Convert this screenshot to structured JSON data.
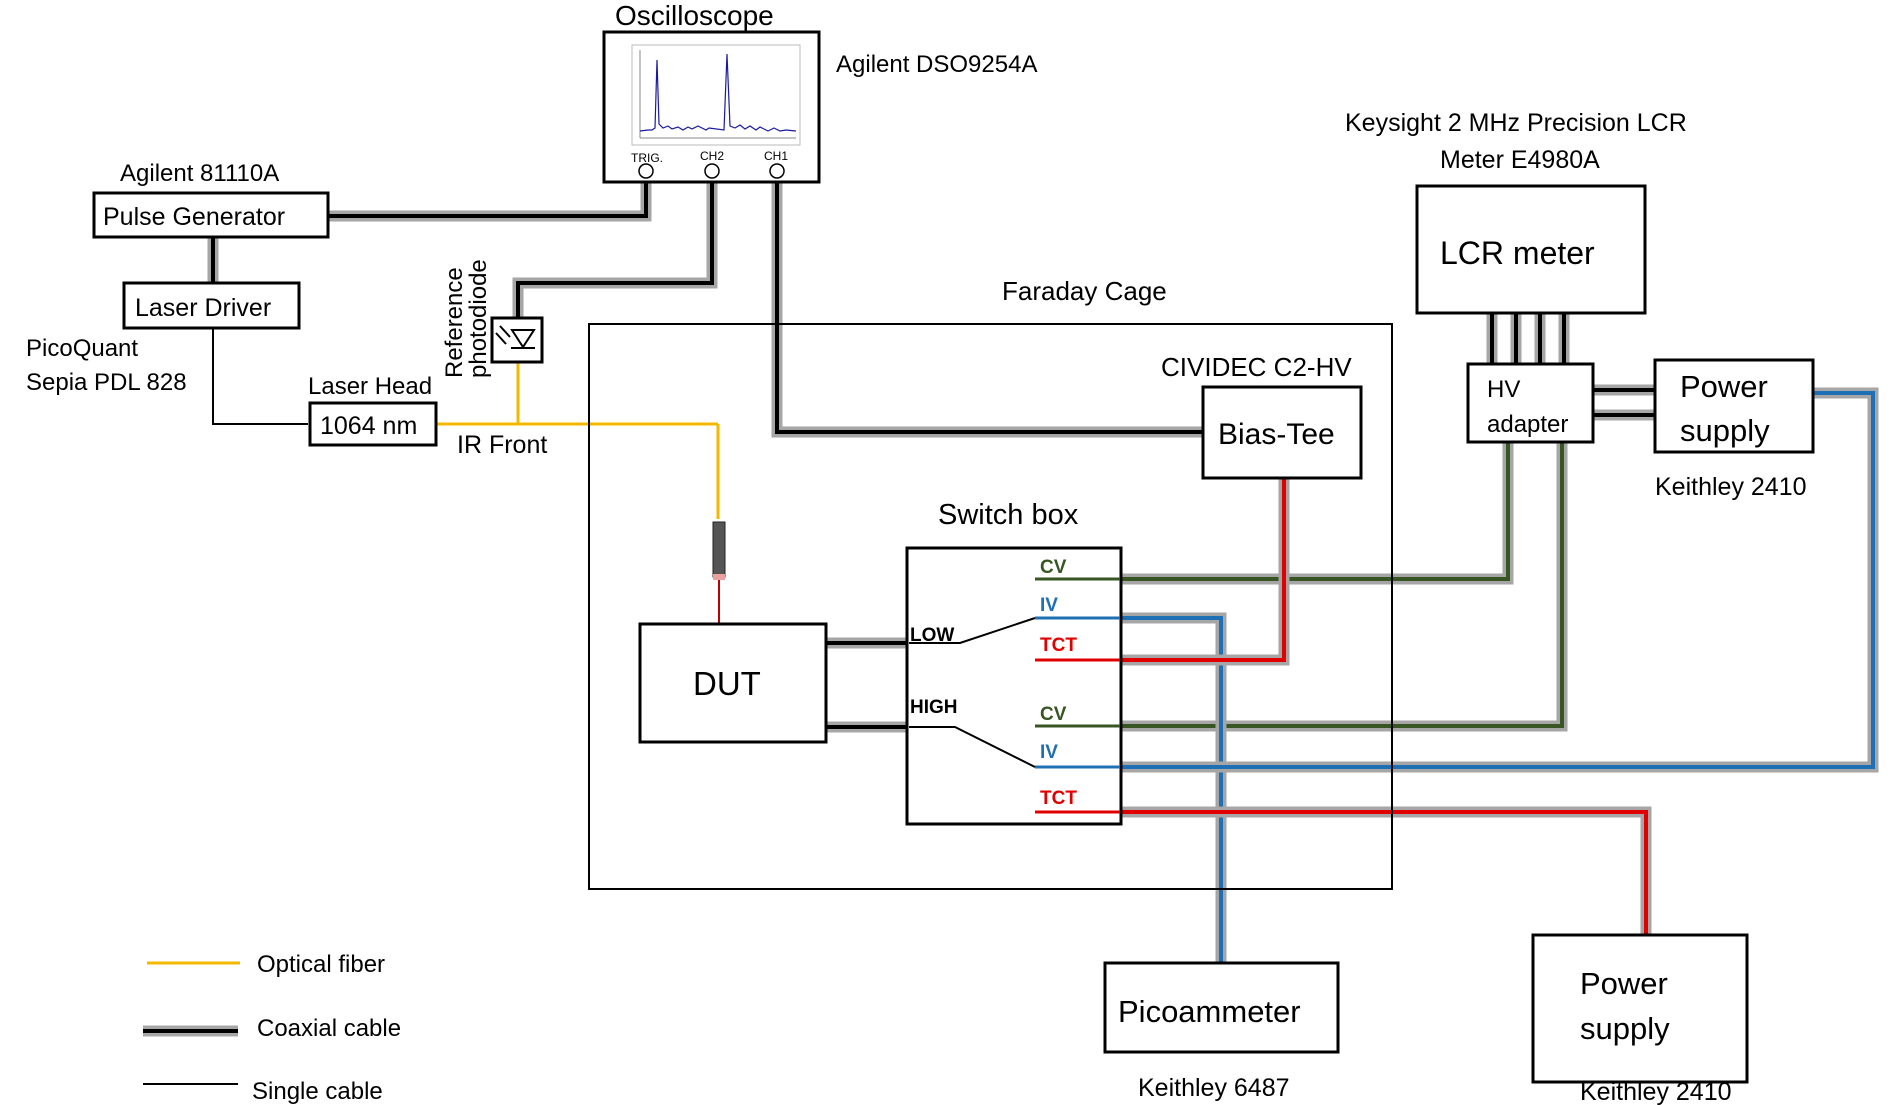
{
  "colors": {
    "optical": "#F5B800",
    "coax_outer": "#A6A6A6",
    "coax_inner": "#000000",
    "cv": "#375623",
    "iv": "#1F6FB5",
    "tct": "#E00000",
    "laser_red": "#C00000"
  },
  "oscilloscope": {
    "title": "Oscilloscope",
    "model": "Agilent DSO9254A",
    "ch_trig": "TRIG.",
    "ch2": "CH2",
    "ch1": "CH1"
  },
  "pulse_generator": {
    "label": "Pulse Generator",
    "model": "Agilent 81110A"
  },
  "laser_driver": {
    "label": "Laser Driver",
    "model_line1": "PicoQuant",
    "model_line2": "Sepia PDL 828"
  },
  "laser_head": {
    "title": "Laser Head",
    "label": "1064 nm",
    "note": "IR Front"
  },
  "photodiode": {
    "line1": "Reference",
    "line2": "photodiode"
  },
  "faraday_cage": {
    "label": "Faraday Cage"
  },
  "bias_tee": {
    "label": "Bias-Tee",
    "model": "CIVIDEC C2-HV"
  },
  "lcr_meter": {
    "label": "LCR meter",
    "model_line1": "Keysight 2 MHz Precision LCR",
    "model_line2": "Meter E4980A"
  },
  "hv_adapter": {
    "line1": "HV",
    "line2": "adapter"
  },
  "power_supply_top": {
    "line1": "Power",
    "line2": "supply",
    "model": "Keithley 2410"
  },
  "switch_box": {
    "title": "Switch box",
    "low": "LOW",
    "high": "HIGH",
    "cv": "CV",
    "iv": "IV",
    "tct": "TCT"
  },
  "dut": {
    "label": "DUT"
  },
  "picoammeter": {
    "label": "Picoammeter",
    "model": "Keithley 6487"
  },
  "power_supply_bottom": {
    "line1": "Power",
    "line2": "supply",
    "model": "Keithley 2410"
  },
  "legend": {
    "optical_fiber": "Optical fiber",
    "coaxial_cable": "Coaxial cable",
    "single_cable": "Single cable"
  }
}
